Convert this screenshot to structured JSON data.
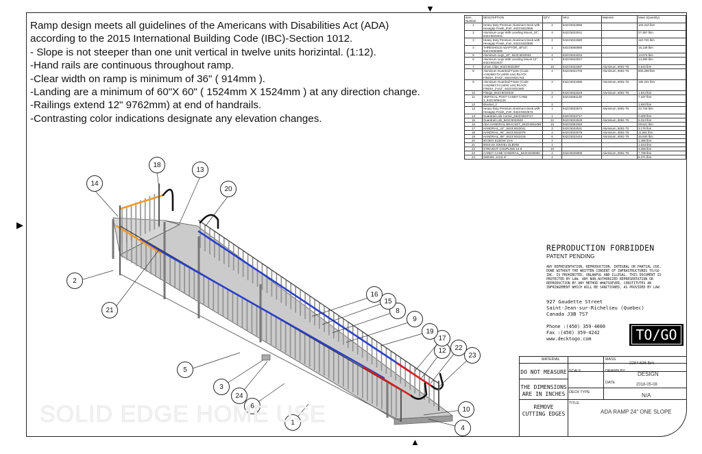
{
  "notes": [
    "Ramp design meets all guidelines of the Americans with Disabilities Act (ADA) according to the 2015 International Building Code (IBC)-Section 1012.",
    "- Slope is not steeper than one unit vertical in twelve units horizintal. (1:12).",
    "-Hand rails are continuous throughout ramp.",
    "-Clear width on ramp is minimum of 36\" ( 914mm ).",
    "-Landing are a minimum of 60\"X 60\" ( 1524mm X 1524mm ) at any direction change.",
    "-Railings extend 12\" 9762mm) at end of handrails.",
    "-Contrasting color indications designate any elevation changes."
  ],
  "bom": {
    "headers": [
      "Item Number",
      "DESCRIPTION",
      "QTY",
      "SKU",
      "Material",
      "Mass (Quantity)"
    ],
    "rows": [
      [
        "1",
        "Heavy Duty Premium Aluminum Deck with Hexagrip Finish_8'x6', 8423:5022566",
        "2",
        "8423:5022566",
        "",
        "104.312 lbm"
      ],
      [
        "2",
        "Aluminum Legs With Leveling Mount_24\", 8423:5022041",
        "4",
        "8423:5022041",
        "",
        "27.387 lbm"
      ],
      [
        "3",
        "Heavy Duty Premium Aluminum Deck with Hexagrip Finish_4'x6', 8423:5022580",
        "2",
        "8423:5022580",
        "",
        "110.720 lbm"
      ],
      [
        "4",
        "THRESHOLD ADAPTOR_48\"x4\", 8423:5060680",
        "1",
        "8423:5060680",
        "",
        "15.139 lbm"
      ],
      [
        "5",
        "Aluminum Legs_15\", 8423:5022034",
        "4",
        "8423:5022034",
        "",
        "13.676 lbm"
      ],
      [
        "6",
        "Aluminum Legs With Leveling Mount 12\", 8423:5022027",
        "4",
        "8423:5022027",
        "",
        "14.380 lbm"
      ],
      [
        "7",
        "Union Clips_8423:5022387",
        "10",
        "8423:5022387",
        "Aluminum, 6061-T6",
        "0.510 lbm"
      ],
      [
        "8",
        "Aluminum Guardrail Frame (Code compliant for public use) BLACK FINISH_8'x42\", 8423:5021703",
        "4",
        "8423:5021703",
        "Aluminum, 6061-T6",
        "800.289 lbm"
      ],
      [
        "9",
        "Aluminum Guardrail Frame (Code compliant for public use) BLACK FINISH_2'x42\", 8423:5021680",
        "2",
        "8423:5021680",
        "Aluminum, 6061-T6",
        "182.241 lbm"
      ],
      [
        "10",
        "Flange_8423:5022519",
        "2",
        "8423:5022519",
        "Aluminum, 6061-T6",
        "1.544 lbm"
      ],
      [
        "11",
        "VERTICAL POST CANDY CANE 3_8423:5061129",
        "2",
        "8423:5061129",
        "",
        "7.337 lbm"
      ],
      [
        "12",
        "Bracket_2",
        "2",
        "",
        "",
        "1.820 lbm"
      ],
      [
        "13",
        "Heavy Duty Premium Aluminum Deck with Hexagrip Finish_2'x6', 8423:5022573",
        "1",
        "8423:5022573",
        "Aluminum, 6061-T6",
        "20.726 lbm"
      ],
      [
        "14",
        "Guardrail Link Corner_8423:5022717",
        "1",
        "8423:5022717",
        "",
        "0.000 lbm"
      ],
      [
        "15",
        "Guardrail Link_8423:5022533",
        "12",
        "8423:5022533",
        "Aluminum, 6061-T6",
        "6.024 lbm"
      ],
      [
        "16",
        "ADA HANDRAIL BRACKET_8423:5061084",
        "15",
        "8423:5061084",
        "",
        "28.621 lbm"
      ],
      [
        "17",
        "HANDRAIL_24\"_8423:5022041",
        "3",
        "8423:5022041",
        "Aluminum, 6061-T6",
        "3.176 lbm"
      ],
      [
        "18",
        "HANDRAIL_94\"_8423:5022079",
        "2",
        "8423:5022079",
        "Aluminum, 6061-T6",
        "11.581 lbm"
      ],
      [
        "19",
        "HANDRAIL_96\"_8423:5022416",
        "6",
        "8423:5022416",
        "Aluminum, 6061-T6",
        "46.840 lbm"
      ],
      [
        "20",
        "90 DEG ELBOW 13-8",
        "2",
        "",
        "",
        "1.496 lbm"
      ],
      [
        "21",
        "90SS-8A SWIVEL ELBOW",
        "1",
        "",
        "",
        "1.023 lbm"
      ],
      [
        "22",
        "STRAIGHT COUPLING 14-8",
        "10",
        "",
        "",
        "3.289 lbm"
      ],
      [
        "23",
        "CANDY CANE HANDRAIL_8423:5026906",
        "4",
        "8423:5026906",
        "Aluminum, 6061-T6",
        "7.799 lbm"
      ],
      [
        "24",
        "SWIVEL JACK 6\"",
        "2",
        "",
        "",
        "6.371 lbm"
      ]
    ]
  },
  "notice": {
    "title": "REPRODUCTION FORBIDDEN",
    "subtitle": "PATENT PENDING",
    "legal": "ANY REPRESENTATION, REPRODUCTION, INTEGRAL OR PARTIAL USE, DONE WITHOUT THE WRITTEN CONSENT OF INFRASTRUCTURES TO/GO INC. IS PROHIBITED, UNLAWFUL AND ILLEGAL. THIS DOCUMENT IS PROTECTED BY LAW. ANY NON-AUTHORIZED REPRESENTATION OR REPRODUCTION BY ANY METHOD WHATSOEVER, CONSTITUTES AN INFRINGEMENT WHICH WILL BE SANCTIONED, AS PROVIDED BY LAW.",
    "address": [
      "927 Gaudette Street",
      "Saint-Jean-sur-Richelieu (Quebec)",
      "Canada J3B 7S7"
    ],
    "phone": "Phone :(450) 359-4000",
    "fax": "Fax :(450) 359-4242",
    "web": "www.decktogo.com",
    "logo": "TO/GO"
  },
  "title_block": {
    "material_label": "MATERIAL",
    "mass_label": "MASS",
    "mass_value": "2284.636 lbm",
    "scale_label": "SCALE",
    "drawn_by_label": "DRAWN BY",
    "drawn_by_value": "DESIGN",
    "date_label": "DATE",
    "date_value": "2018-05-08",
    "deck_type_label": "DECK TYPE",
    "deck_type_value": "N/A",
    "title_label": "TITLE",
    "title_value": "ADA RAMP 24\" ONE SLOPE",
    "do_not_measure": "DO NOT MEASURE",
    "dimensions_1": "THE DIMENSIONS",
    "dimensions_2": "ARE IN INCHES",
    "remove_1": "REMOVE",
    "remove_2": "CUTTING EDGES"
  },
  "watermark": "SOLID EDGE HOME USE",
  "callouts": [
    "1",
    "2",
    "3",
    "4",
    "5",
    "6",
    "8",
    "9",
    "10",
    "12",
    "13",
    "14",
    "15",
    "16",
    "17",
    "18",
    "19",
    "20",
    "21",
    "22",
    "23",
    "24"
  ],
  "colors": {
    "handrail_blue": "#2a3fc8",
    "handrail_orange": "#f09a2a",
    "handrail_red": "#d21f1f",
    "rail_gray": "#8f8f8f",
    "deck": "#c8c8c8"
  }
}
